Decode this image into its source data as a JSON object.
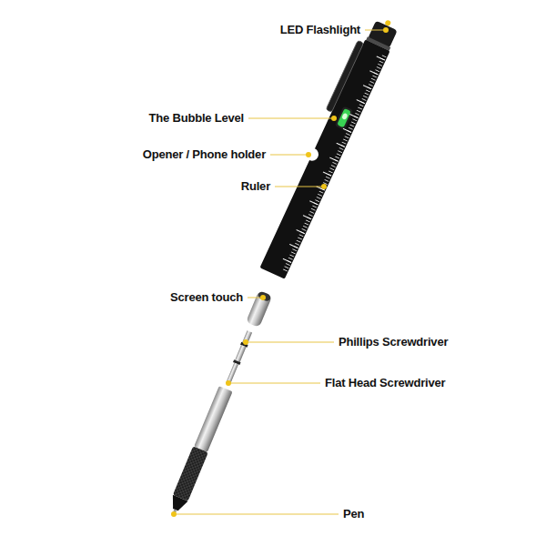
{
  "diagram": {
    "labels": [
      "LED Flashlight",
      "The Bubble Level",
      "Opener / Phone holder",
      "Ruler",
      "Screen touch",
      "Phillips Screwdriver",
      "Flat Head Screwdriver",
      "Pen"
    ]
  }
}
